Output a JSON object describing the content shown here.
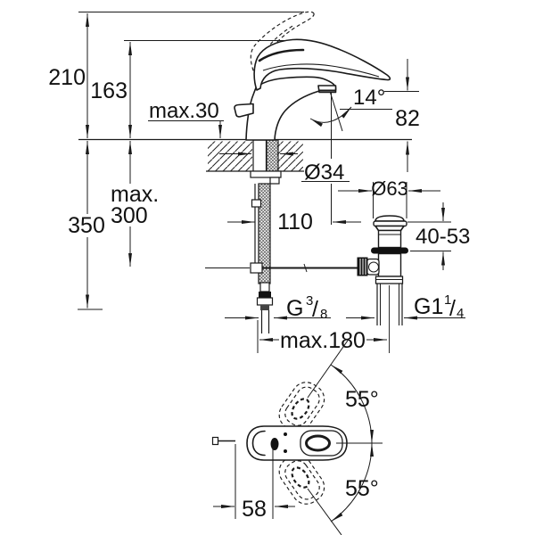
{
  "meta": {
    "title": "faucet-dimension-drawing",
    "background": "#ffffff",
    "line_color": "#1a1a1a"
  },
  "drawing": {
    "side_view": {
      "overall_height": "210",
      "handle_top_height": "163",
      "max_deck_thickness": "max.30",
      "spout_angle": "14°",
      "outlet_height": "82",
      "mount_hole_diameter": "Ø34",
      "max_connection_word": "max.",
      "max_connection_value": "300",
      "supply_hose_length": "350",
      "spout_reach": "110",
      "waste_flange_diameter": "Ø63",
      "counter_thickness_range": "40-53",
      "supply_thread_base": "G",
      "supply_thread_num": "3",
      "supply_thread_slash": "/",
      "supply_thread_den": "8",
      "waste_thread_base": "G1",
      "waste_thread_num": "1",
      "waste_thread_slash": "/",
      "waste_thread_den": "4",
      "max_waste_offset": "max.180"
    },
    "top_view": {
      "swivel_angle_upper": "55°",
      "swivel_angle_lower": "55°",
      "rod_offset": "58"
    }
  }
}
